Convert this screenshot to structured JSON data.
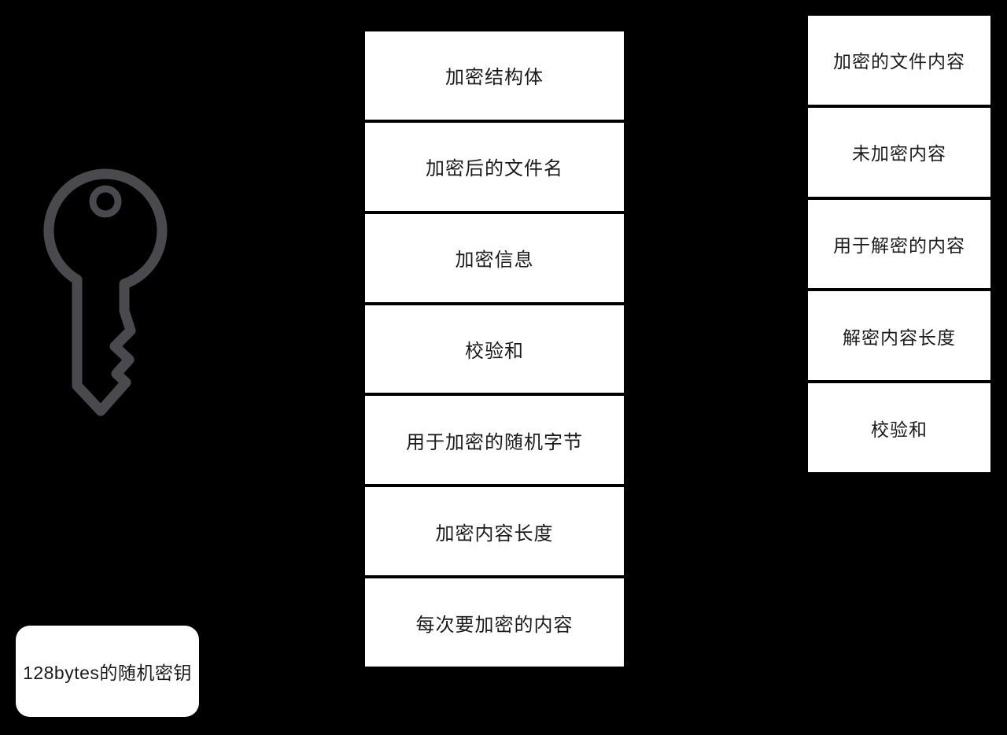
{
  "canvas": {
    "background_color": "#000000"
  },
  "key": {
    "icon_color": "#4a4a4e",
    "label": "128bytes的随机密钥"
  },
  "encrypt_column": {
    "cells": [
      "加密结构体",
      "加密后的文件名",
      "加密信息",
      "校验和",
      "用于加密的随机字节",
      "加密内容长度",
      "每次要加密的内容"
    ]
  },
  "decrypt_column": {
    "cells": [
      "加密的文件内容",
      "未加密内容",
      "用于解密的内容",
      "解密内容长度",
      "校验和"
    ]
  }
}
